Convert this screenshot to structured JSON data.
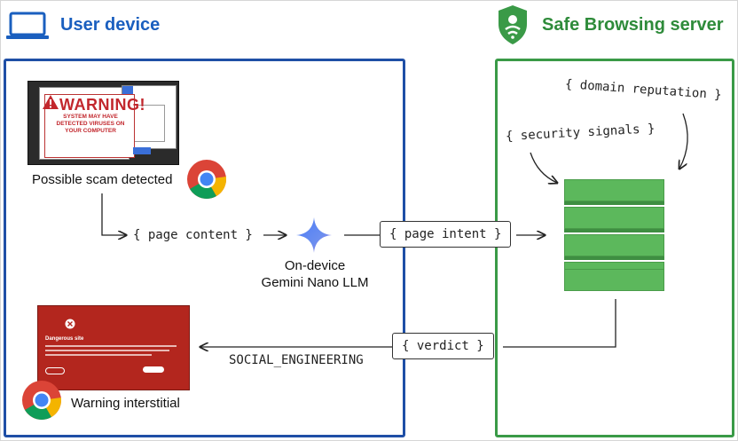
{
  "user_device": {
    "title": "User device",
    "icon": "laptop-icon"
  },
  "server": {
    "title": "Safe Browsing server",
    "icon": "shield-icon"
  },
  "scam": {
    "caption": "Possible scam detected",
    "warning_title": "WARNING!",
    "warning_subtitle": "SYSTEM MAY HAVE DETECTED VIRUSES ON YOUR COMPUTER"
  },
  "flow": {
    "page_content": "{ page content }",
    "llm_label_line1": "On-device",
    "llm_label_line2": "Gemini Nano LLM",
    "page_intent": "{ page intent }",
    "verdict": "{ verdict }",
    "verdict_value": "SOCIAL_ENGINEERING"
  },
  "signals": {
    "domain_reputation": "{ domain reputation }",
    "security_signals": "{ security signals }"
  },
  "interstitial": {
    "caption": "Warning interstitial",
    "title": "Dangerous site"
  },
  "colors": {
    "user_blue": "#1f4fa6",
    "server_green": "#3a9a47",
    "warning_red": "#b3261e"
  }
}
